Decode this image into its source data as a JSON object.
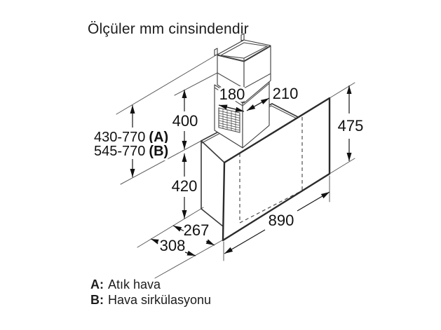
{
  "title": "Ölçüler mm cinsindendir",
  "dimensions": {
    "chimney_depth": "180",
    "chimney_width": "210",
    "chimney_section_height": "400",
    "total_height_exhaust": {
      "value": "430-770",
      "mode": "(A)"
    },
    "total_height_recirculation": {
      "value": "545-770",
      "mode": "(B)"
    },
    "panel_height": "475",
    "body_height": "420",
    "depth_lower": "267",
    "depth_total": "308",
    "width": "890"
  },
  "legend": {
    "items": [
      {
        "key": "A:",
        "label": "Atık hava"
      },
      {
        "key": "B:",
        "label": "Hava sirkülasyonu"
      }
    ]
  }
}
